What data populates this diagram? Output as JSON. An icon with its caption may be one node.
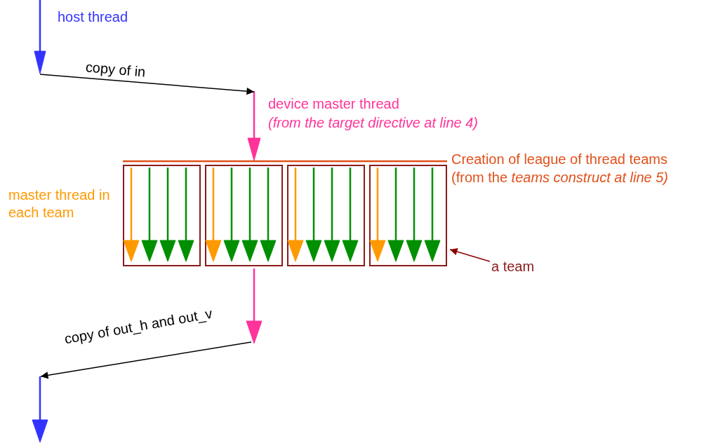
{
  "diagram": {
    "nodes": [
      {
        "text": [
          "host thread"
        ]
      },
      {
        "text": [
          "device master thread",
          "(from the target directive at line 4)"
        ]
      },
      {
        "text": [
          "Creation of league of thread teams",
          "(from the *teams construct at line 5)*"
        ]
      },
      {
        "text": [],
        "shape": "box",
        "in": 2
      },
      {
        "text": [],
        "shape": "box",
        "in": 2
      },
      {
        "text": [],
        "shape": "box",
        "in": 2
      },
      {
        "text": [],
        "shape": "box",
        "in": 2
      },
      {
        "text": [
          "a team"
        ]
      },
      {
        "text": [],
        "shape": "arrow"
      },
      {
        "text": [],
        "shape": "arrow"
      }
    ],
    "edges": [
      {
        "from": 0,
        "to": 1,
        "arrow": "to",
        "label": "copy of in"
      },
      {
        "from": 7,
        "to": 6,
        "arrow": "to",
        "color": "#8b0000"
      },
      {
        "from": 8,
        "to": 9,
        "arrow": "to",
        "label": "copy of out_h and out_v"
      }
    ],
    "labels": [
      "master thread in each team"
    ]
  }
}
